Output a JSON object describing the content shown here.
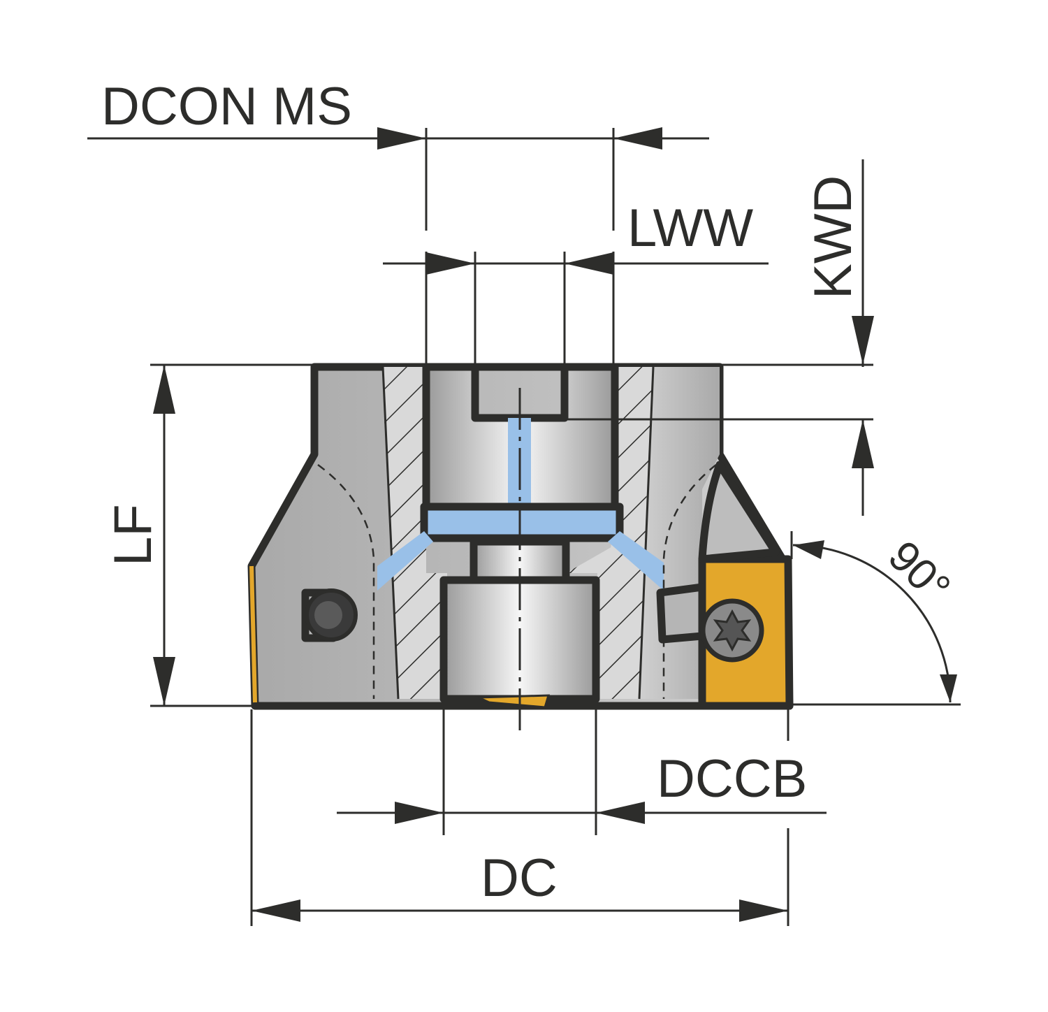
{
  "diagram": {
    "title": "Face milling cutter dimension drawing",
    "labels": {
      "dcon_ms": "DCON MS",
      "lww": "LWW",
      "kwd": "KWD",
      "lf": "LF",
      "dccb": "DCCB",
      "dc": "DC",
      "angle": "90°"
    },
    "colors": {
      "body_gray": "#bdbdbd",
      "section_gray": "#d9d9d9",
      "coolant_blue": "#99c0e8",
      "insert_gold": "#e3a72b",
      "outline": "#2d2d2b"
    }
  }
}
